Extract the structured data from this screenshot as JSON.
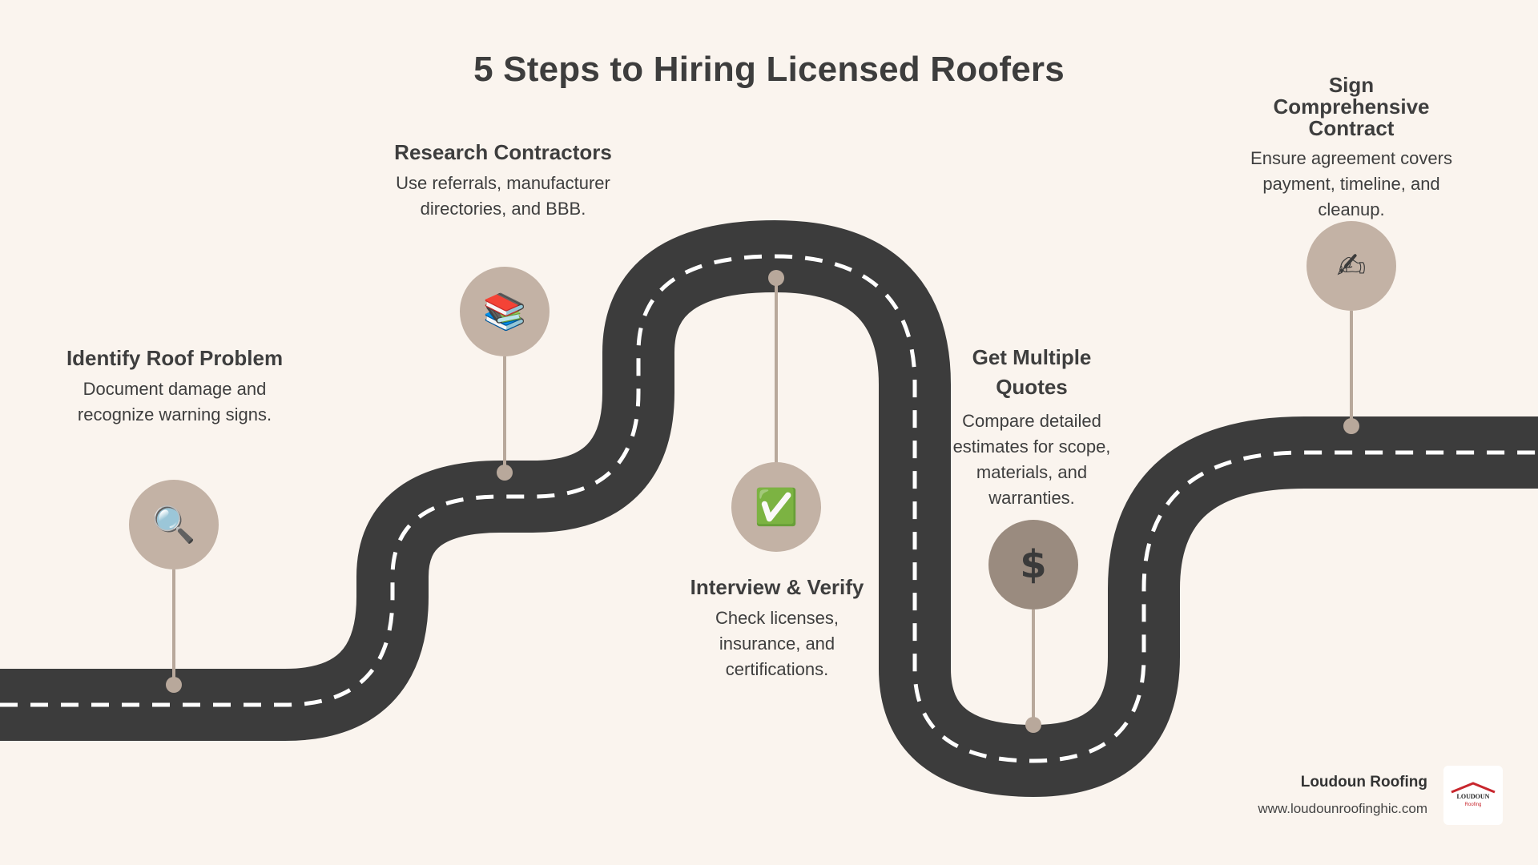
{
  "title": "5 Steps to Hiring Licensed Roofers",
  "steps": [
    {
      "title": "Identify Roof Problem",
      "desc": "Document damage and recognize warning signs.",
      "icon": "magnifying-glass-icon",
      "glyph": "🔍"
    },
    {
      "title": "Research Contractors",
      "desc": "Use referrals, manufacturer directories, and BBB.",
      "icon": "books-icon",
      "glyph": "📚"
    },
    {
      "title": "Interview & Verify",
      "desc": "Check licenses, insurance, and certifications.",
      "icon": "check-mark-icon",
      "glyph": "✅"
    },
    {
      "title": "Get Multiple Quotes",
      "desc": "Compare detailed estimates for scope, materials, and warranties.",
      "icon": "dollar-sign-icon",
      "glyph": "$"
    },
    {
      "title": "Sign Comprehensive Contract",
      "desc": "Ensure agreement covers payment, timeline, and cleanup.",
      "icon": "writing-hand-icon",
      "glyph": "✍"
    }
  ],
  "brand": {
    "name": "Loudoun Roofing",
    "url": "www.loudounroofinghic.com",
    "logo_text": "LOUDOUN",
    "logo_subtext": "Roofing"
  },
  "colors": {
    "background": "#faf4ee",
    "road": "#3c3c3c",
    "road_dash": "#ffffff",
    "marker_light": "#c3b2a5",
    "marker_dark": "#9a8b7f",
    "stem": "#b8a89b",
    "logo_red": "#c8262d"
  }
}
